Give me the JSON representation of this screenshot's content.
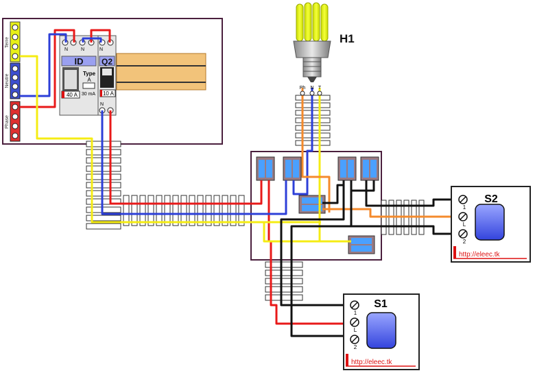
{
  "panel": {
    "terre_label": "Terre",
    "neutre_label": "Neutre",
    "phase_label": "Phase",
    "id_breaker": {
      "name": "ID",
      "type_label": "Type",
      "type_value": "A",
      "rating": "40 A",
      "sensitivity": "30 mA",
      "top_terms": [
        "N",
        "N"
      ]
    },
    "q2_breaker": {
      "name": "Q2",
      "rating": "10 A",
      "top_term": "N",
      "bottom_term": "N"
    }
  },
  "lamp": {
    "label": "H1",
    "terminals": [
      "Ph",
      "N",
      "T"
    ]
  },
  "switch_s1": {
    "label": "S1",
    "terminals": [
      "1",
      "L",
      "2"
    ],
    "credit": "http://eleec.tk"
  },
  "switch_s2": {
    "label": "S2",
    "terminals": [
      "1",
      "L",
      "2"
    ],
    "credit": "http://eleec.tk"
  },
  "wire_colors": {
    "phase": "#e81919",
    "neutral": "#2d3fd8",
    "earth": "#f5ec14",
    "return": "#111111",
    "lamp_phase": "#f48a2c"
  }
}
